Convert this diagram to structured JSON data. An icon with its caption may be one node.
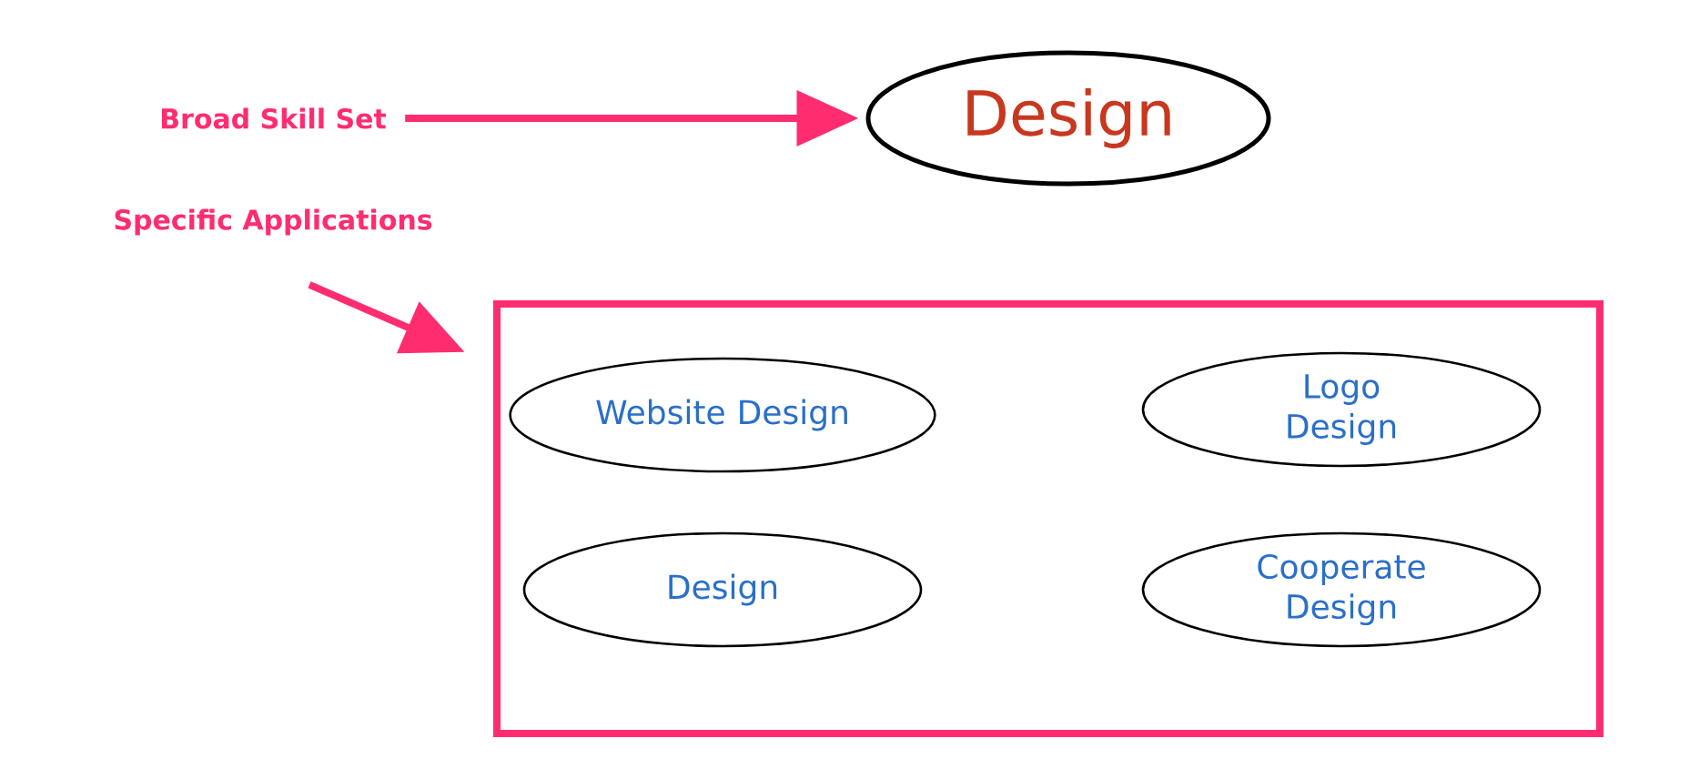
{
  "diagram": {
    "nodes": [
      {
        "text": [
          "Broad Skill Set"
        ]
      },
      {
        "text": [
          "Design"
        ]
      },
      {
        "text": [
          "Specific Applications"
        ]
      },
      {
        "text": [],
        "shape": "box"
      },
      {
        "text": [
          "Website Design"
        ],
        "in": 3
      },
      {
        "text": [
          "Logo Design"
        ],
        "in": 3
      },
      {
        "text": [
          "Design"
        ],
        "in": 3
      },
      {
        "text": [
          "Cooperate Design"
        ],
        "in": 3
      }
    ],
    "edges": [
      {
        "from": 0,
        "to": 1,
        "arrow": "to"
      },
      {
        "from": 2,
        "to": 3,
        "arrow": "to"
      }
    ]
  }
}
